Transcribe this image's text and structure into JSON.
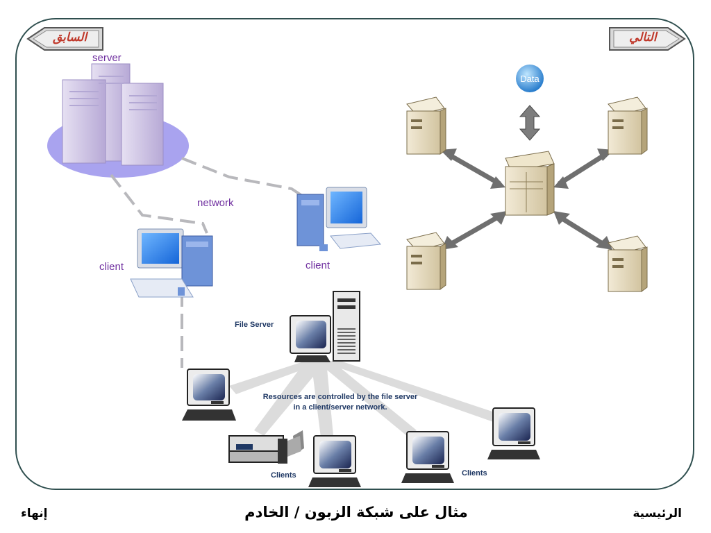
{
  "nav": {
    "prev_label": "السابق",
    "next_label": "التالي"
  },
  "left_diagram": {
    "server_label": "server",
    "network_label": "network",
    "client_left_label": "client",
    "client_right_label": "client"
  },
  "right_diagram": {
    "data_label": "Data"
  },
  "bottom_diagram": {
    "file_server_label": "File Server",
    "caption_line1": "Resources are controlled by the file server",
    "caption_line2": "in a client/server network.",
    "clients_left_label": "Clients",
    "clients_right_label": "Clients"
  },
  "footer": {
    "home_label": "الرئيسية",
    "title": "مثال على شبكة الزبون / الخادم",
    "exit_label": "إنهاء"
  },
  "colors": {
    "frame": "#2f4f4f",
    "label_purple": "#7030a0",
    "label_navy": "#1f3864",
    "nav_text": "#c0392b"
  }
}
